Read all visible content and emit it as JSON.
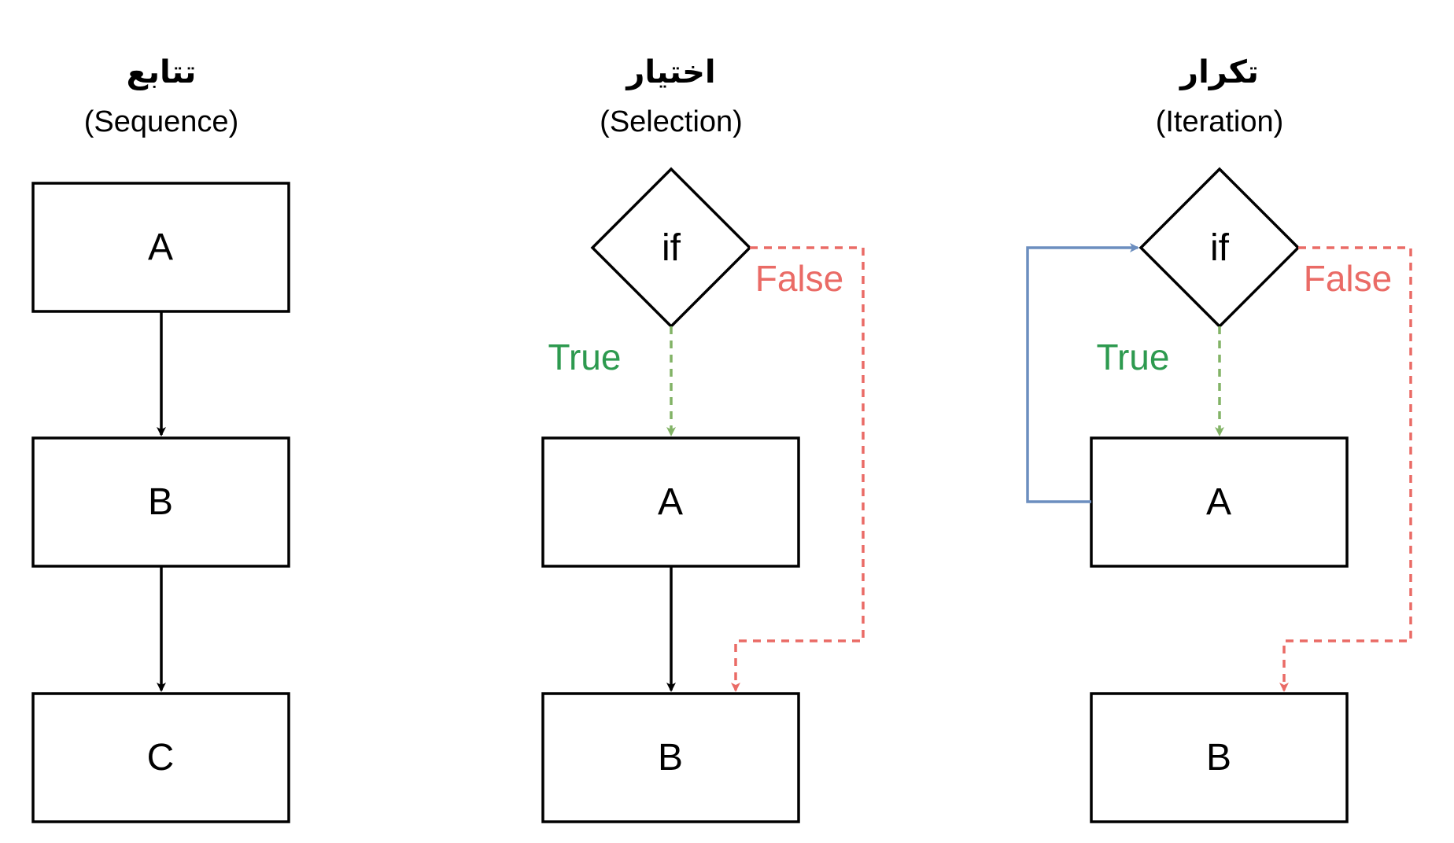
{
  "colors": {
    "true_label": "#2d9a4f",
    "false_label": "#ea6b66",
    "true_edge": "#82b366",
    "false_edge": "#ea6b66",
    "loop_edge": "#6c8ebf",
    "stroke": "#000000"
  },
  "sequence": {
    "title_fa": "تتابع",
    "title_en": "(Sequence)",
    "box_a": "A",
    "box_b": "B",
    "box_c": "C"
  },
  "selection": {
    "title_fa": "اختیار",
    "title_en": "(Selection)",
    "decision": "if",
    "true_label": "True",
    "false_label": "False",
    "box_a": "A",
    "box_b": "B"
  },
  "iteration": {
    "title_fa": "تکرار",
    "title_en": "(Iteration)",
    "decision": "if",
    "true_label": "True",
    "false_label": "False",
    "box_a": "A",
    "box_b": "B"
  }
}
